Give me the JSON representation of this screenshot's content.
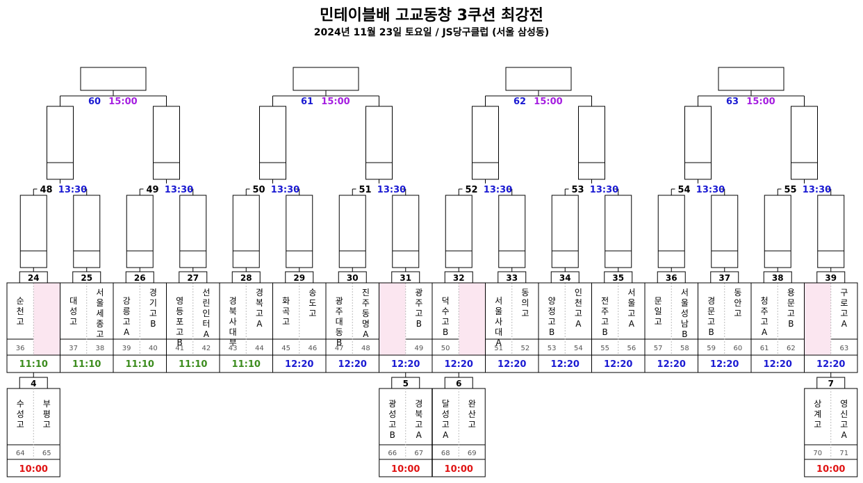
{
  "header": {
    "title": "민테이블배 고교동창 3쿠션 최강전",
    "subtitle": "2024년 11월 23일 토요일 / JS당구클럽 (서울 삼성동)"
  },
  "colors": {
    "green": "#3c8c1e",
    "blue": "#1a1ad2",
    "purple": "#a51ee0",
    "red": "#e01414",
    "bye": "#fbe6f0",
    "border": "#000000",
    "grid": "#bbbbbb",
    "num": "#555555"
  },
  "final_matches": [
    {
      "no": "60",
      "time": "15:00"
    },
    {
      "no": "61",
      "time": "15:00"
    },
    {
      "no": "62",
      "time": "15:00"
    },
    {
      "no": "63",
      "time": "15:00"
    }
  ],
  "quarter_matches": [
    {
      "no": "48",
      "time": "13:30"
    },
    {
      "no": "49",
      "time": "13:30"
    },
    {
      "no": "50",
      "time": "13:30"
    },
    {
      "no": "51",
      "time": "13:30"
    },
    {
      "no": "52",
      "time": "13:30"
    },
    {
      "no": "53",
      "time": "13:30"
    },
    {
      "no": "54",
      "time": "13:30"
    },
    {
      "no": "55",
      "time": "13:30"
    }
  ],
  "r1_matches": [
    {
      "no": "24",
      "time": "11:10",
      "color": "green",
      "left": {
        "name": "순천고",
        "num": "36"
      },
      "right": {
        "name": "",
        "num": "",
        "bye": true
      }
    },
    {
      "no": "25",
      "time": "11:10",
      "color": "green",
      "left": {
        "name": "대성고",
        "num": "37"
      },
      "right": {
        "name": "서울세종고",
        "num": "38"
      }
    },
    {
      "no": "26",
      "time": "11:10",
      "color": "green",
      "left": {
        "name": "강릉고A",
        "num": "39"
      },
      "right": {
        "name": "경기고B",
        "num": "40"
      }
    },
    {
      "no": "27",
      "time": "11:10",
      "color": "green",
      "left": {
        "name": "영등포고B",
        "num": "41"
      },
      "right": {
        "name": "선린인터A",
        "num": "42"
      }
    },
    {
      "no": "28",
      "time": "11:10",
      "color": "green",
      "left": {
        "name": "경북사대부",
        "num": "43"
      },
      "right": {
        "name": "경복고A",
        "num": "44"
      }
    },
    {
      "no": "29",
      "time": "12:20",
      "color": "blue",
      "left": {
        "name": "화곡고",
        "num": "45"
      },
      "right": {
        "name": "송도고",
        "num": "46"
      }
    },
    {
      "no": "30",
      "time": "12:20",
      "color": "blue",
      "left": {
        "name": "광주대동B",
        "num": "47"
      },
      "right": {
        "name": "진주동명A",
        "num": "48"
      }
    },
    {
      "no": "31",
      "time": "12:20",
      "color": "blue",
      "left": {
        "name": "",
        "num": "",
        "bye": true
      },
      "right": {
        "name": "광주고B",
        "num": "49"
      }
    },
    {
      "no": "32",
      "time": "12:20",
      "color": "blue",
      "left": {
        "name": "덕수고B",
        "num": "50"
      },
      "right": {
        "name": "",
        "num": "",
        "bye": true
      }
    },
    {
      "no": "33",
      "time": "12:20",
      "color": "blue",
      "left": {
        "name": "서울사대A",
        "num": "51"
      },
      "right": {
        "name": "동의고",
        "num": "52"
      }
    },
    {
      "no": "34",
      "time": "12:20",
      "color": "blue",
      "left": {
        "name": "양정고B",
        "num": "53"
      },
      "right": {
        "name": "인천고A",
        "num": "54"
      }
    },
    {
      "no": "35",
      "time": "12:20",
      "color": "blue",
      "left": {
        "name": "전주고B",
        "num": "55"
      },
      "right": {
        "name": "서울고A",
        "num": "56"
      }
    },
    {
      "no": "36",
      "time": "12:20",
      "color": "blue",
      "left": {
        "name": "문일고",
        "num": "57"
      },
      "right": {
        "name": "서울성남B",
        "num": "58"
      }
    },
    {
      "no": "37",
      "time": "12:20",
      "color": "blue",
      "left": {
        "name": "경문고B",
        "num": "59"
      },
      "right": {
        "name": "동안고",
        "num": "60"
      }
    },
    {
      "no": "38",
      "time": "12:20",
      "color": "blue",
      "left": {
        "name": "청주고A",
        "num": "61"
      },
      "right": {
        "name": "용문고B",
        "num": "62"
      }
    },
    {
      "no": "39",
      "time": "12:20",
      "color": "blue",
      "left": {
        "name": "",
        "num": "",
        "bye": true
      },
      "right": {
        "name": "구로고A",
        "num": "63"
      }
    }
  ],
  "prelim_matches": [
    {
      "no": "4",
      "time": "10:00",
      "feeds": 0,
      "left": {
        "name": "수성고",
        "num": "64"
      },
      "right": {
        "name": "부평고",
        "num": "65"
      }
    },
    {
      "no": "5",
      "time": "10:00",
      "feeds": 7,
      "left": {
        "name": "광성고B",
        "num": "66"
      },
      "right": {
        "name": "경북고A",
        "num": "67"
      }
    },
    {
      "no": "6",
      "time": "10:00",
      "feeds": 8,
      "left": {
        "name": "달성고A",
        "num": "68"
      },
      "right": {
        "name": "완산고",
        "num": "69"
      }
    },
    {
      "no": "7",
      "time": "10:00",
      "feeds": 15,
      "left": {
        "name": "상계고",
        "num": "70"
      },
      "right": {
        "name": "영신고A",
        "num": "71"
      }
    }
  ]
}
